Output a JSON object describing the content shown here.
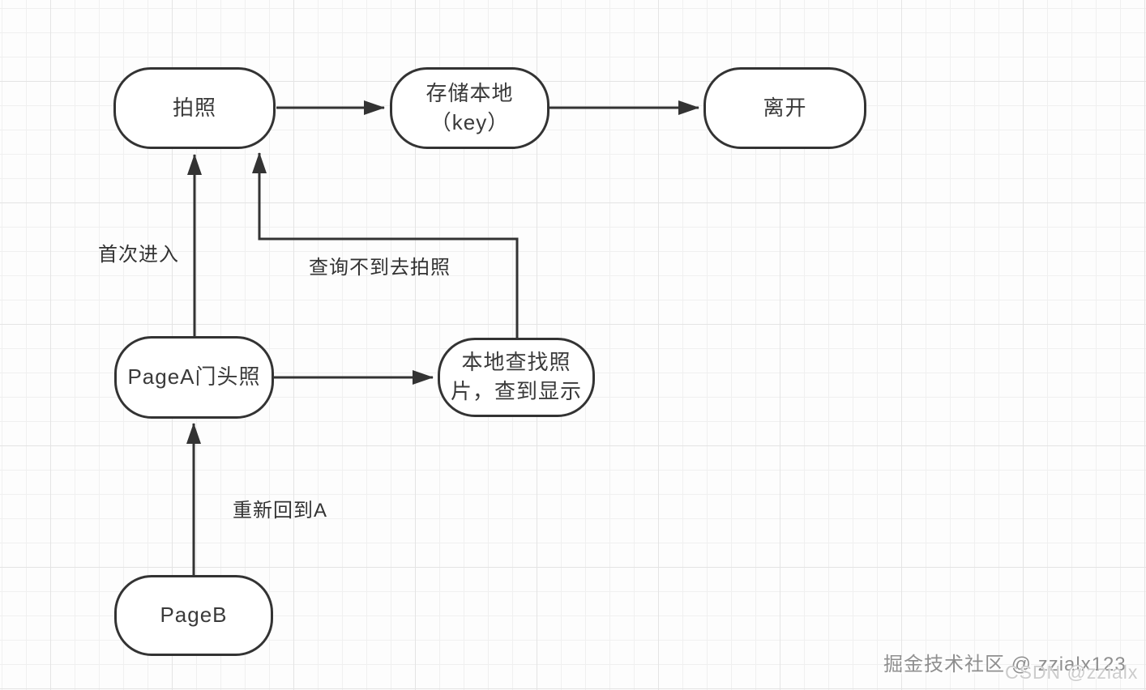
{
  "diagram": {
    "nodes": [
      {
        "id": "take-photo",
        "label": "拍照"
      },
      {
        "id": "store-local",
        "label": "存储本地\n（key）"
      },
      {
        "id": "leave",
        "label": "离开"
      },
      {
        "id": "pagea-door-photo",
        "label": "PageA门头照"
      },
      {
        "id": "local-find-photo",
        "label": "本地查找照\n片，查到显示"
      },
      {
        "id": "pageb",
        "label": "PageB"
      }
    ],
    "edges": [
      {
        "from": "take-photo",
        "to": "store-local",
        "label": ""
      },
      {
        "from": "store-local",
        "to": "leave",
        "label": ""
      },
      {
        "from": "pagea-door-photo",
        "to": "take-photo",
        "label": "首次进入"
      },
      {
        "from": "pagea-door-photo",
        "to": "local-find-photo",
        "label": ""
      },
      {
        "from": "local-find-photo",
        "to": "take-photo",
        "label": "查询不到去拍照"
      },
      {
        "from": "pageb",
        "to": "pagea-door-photo",
        "label": "重新回到A"
      }
    ],
    "edge_labels": [
      {
        "id": "first-entry",
        "text": "首次进入"
      },
      {
        "id": "not-found-go-photo",
        "text": "查询不到去拍照"
      },
      {
        "id": "back-to-a",
        "text": "重新回到A"
      }
    ]
  },
  "watermarks": {
    "juejin": "掘金技术社区 @ zzialx123",
    "csdn": "CSDN @zzialx"
  },
  "colors": {
    "stroke": "#333333",
    "node_fill": "#ffffff",
    "text": "#3a3a3a",
    "grid_minor": "#f0f0f0",
    "grid_major": "#e4e4e4",
    "watermark_dark": "#8f8f8f",
    "watermark_light": "#cccccc"
  }
}
